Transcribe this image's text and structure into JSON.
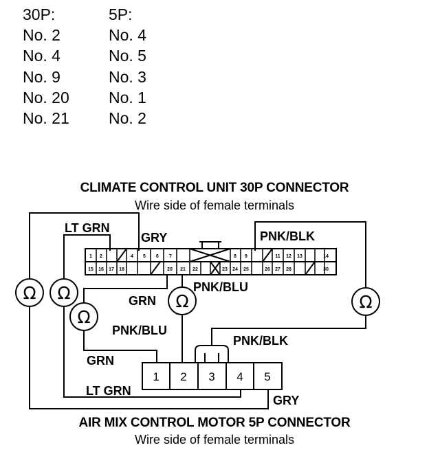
{
  "pin_table": {
    "headers": [
      "30P:",
      "5P:"
    ],
    "rows": [
      [
        "No. 2",
        "No. 4"
      ],
      [
        "No. 4",
        "No. 5"
      ],
      [
        "No. 9",
        "No. 3"
      ],
      [
        "No. 20",
        "No. 1"
      ],
      [
        "No. 21",
        "No. 2"
      ]
    ]
  },
  "top_connector": {
    "title": "CLIMATE CONTROL UNIT 30P CONNECTOR",
    "subtitle": "Wire side of female terminals",
    "row1_pins": [
      "1",
      "2",
      "",
      "4",
      "5",
      "6",
      "7",
      "",
      "",
      "",
      "",
      "",
      "8",
      "9",
      "",
      "11",
      "12",
      "13",
      "14"
    ],
    "row2_pins": [
      "15",
      "16",
      "17",
      "18",
      "",
      "20",
      "21",
      "22",
      "",
      "23",
      "24",
      "25",
      "26",
      "27",
      "28",
      "",
      "30"
    ]
  },
  "bottom_connector": {
    "title": "AIR MIX CONTROL MOTOR 5P CONNECTOR",
    "subtitle": "Wire side of female terminals",
    "pins": [
      "1",
      "2",
      "3",
      "4",
      "5"
    ]
  },
  "wire_labels": {
    "lt_grn_top": "LT GRN",
    "gry_top": "GRY",
    "pnk_blk_top": "PNK/BLK",
    "grn_mid": "GRN",
    "pnk_blu_mid": "PNK/BLU",
    "pnk_blu_low": "PNK/BLU",
    "pnk_blk_low": "PNK/BLK",
    "grn_low": "GRN",
    "lt_grn_low": "LT GRN",
    "gry_low": "GRY"
  },
  "ohm_symbol": "Ω"
}
